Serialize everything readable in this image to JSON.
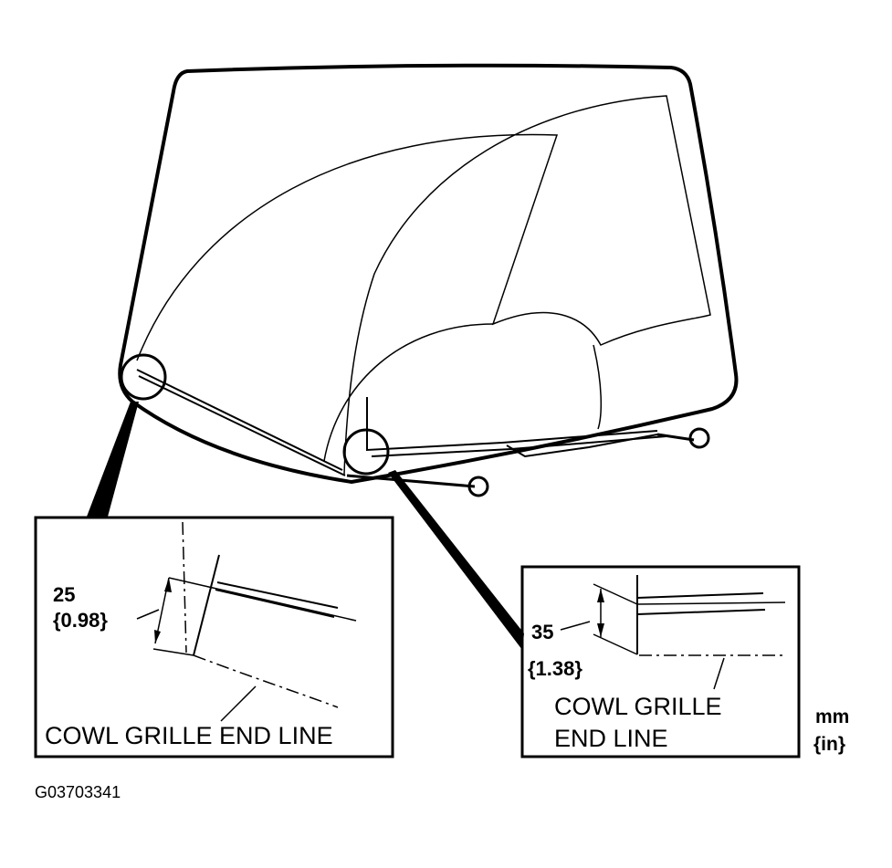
{
  "figure_id": "G03703341",
  "units": {
    "primary": "mm",
    "secondary": "{in}"
  },
  "detail_left": {
    "value_mm": "25",
    "value_in": "{0.98}",
    "caption": "COWL GRILLE END LINE"
  },
  "detail_right": {
    "value_mm": "35",
    "value_in": "{1.38}",
    "caption_line1": "COWL GRILLE",
    "caption_line2": "END LINE"
  }
}
